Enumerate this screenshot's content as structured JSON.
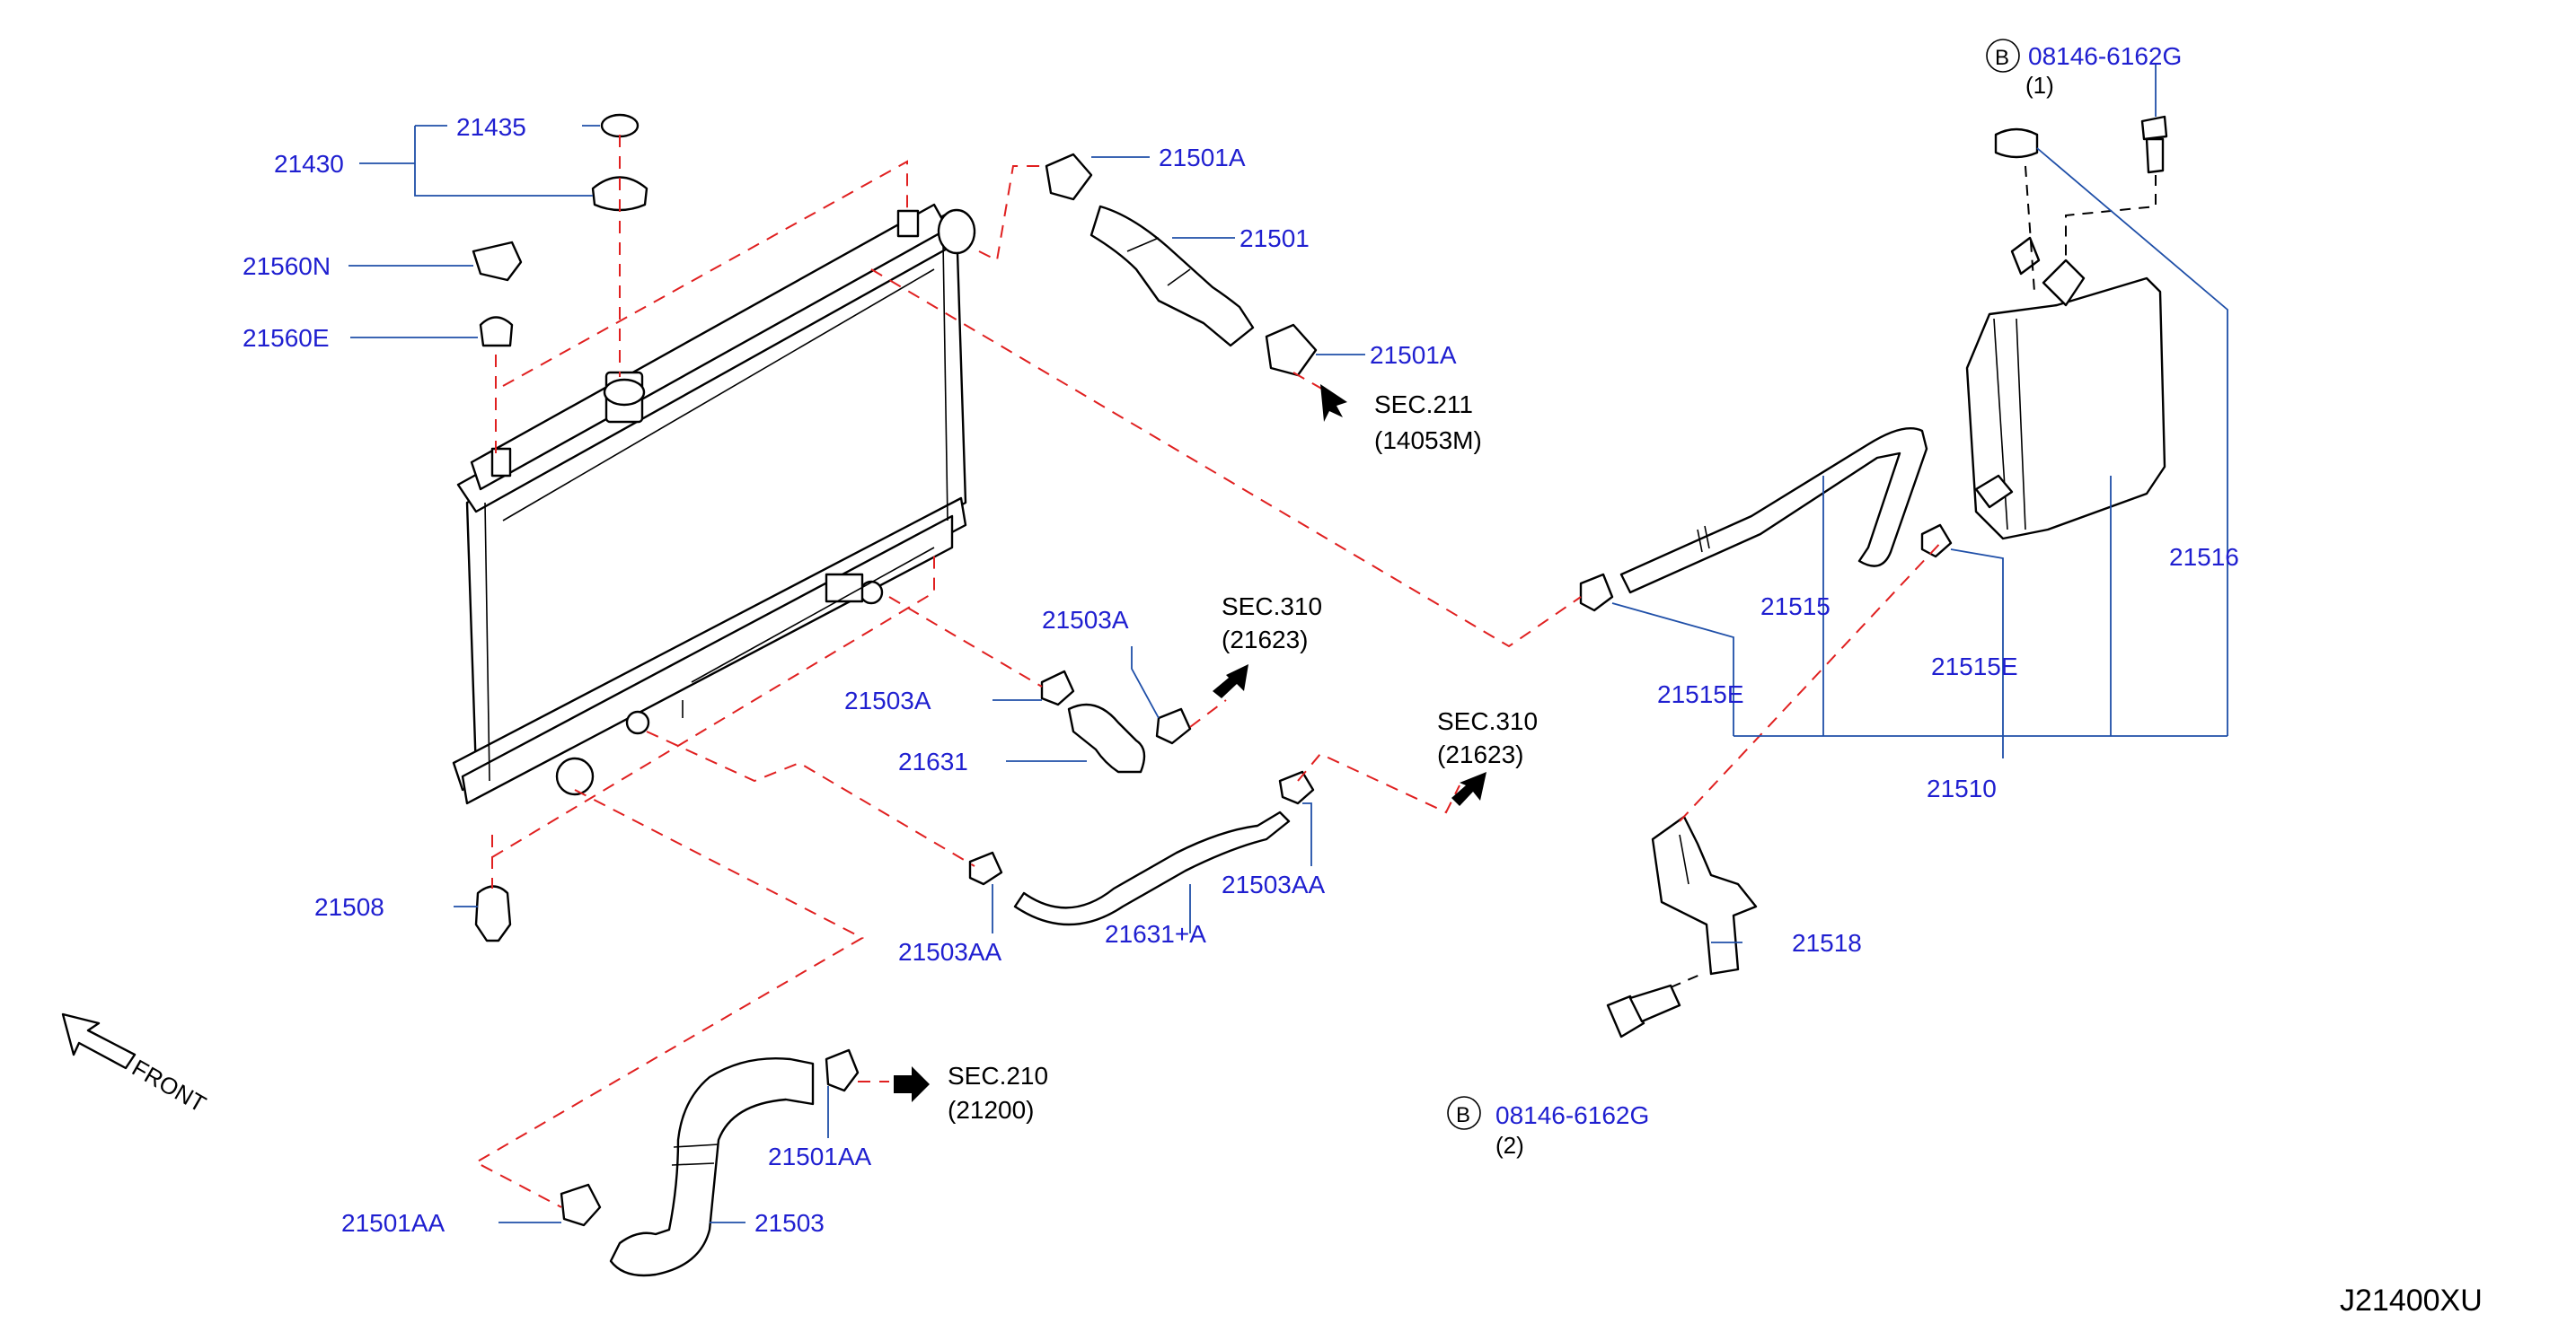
{
  "diagram_code": "J21400XU",
  "front_label": "FRONT",
  "bolt_marker": "B",
  "parts": {
    "p21430": "21430",
    "p21435": "21435",
    "p21560N": "21560N",
    "p21560E": "21560E",
    "p21501A_top": "21501A",
    "p21501": "21501",
    "p21501A_bot": "21501A",
    "p21503A_a": "21503A",
    "p21503A_b": "21503A",
    "p21631": "21631",
    "p21503AA_a": "21503AA",
    "p21631A": "21631+A",
    "p21503AA_b": "21503AA",
    "p21508": "21508",
    "p21501AA_a": "21501AA",
    "p21501AA_b": "21501AA",
    "p21503": "21503",
    "p21515": "21515",
    "p21515E_a": "21515E",
    "p21515E_b": "21515E",
    "p21516": "21516",
    "p21510": "21510",
    "p21518": "21518",
    "bolt_top": "08146-6162G",
    "bolt_top_qty": "(1)",
    "bolt_bot": "08146-6162G",
    "bolt_bot_qty": "(2)"
  },
  "sections": {
    "s211": "SEC.211",
    "s211_ref": "(14053M)",
    "s310a": "SEC.310",
    "s310a_ref": "(21623)",
    "s310b": "SEC.310",
    "s310b_ref": "(21623)",
    "s210": "SEC.210",
    "s210_ref": "(21200)"
  }
}
